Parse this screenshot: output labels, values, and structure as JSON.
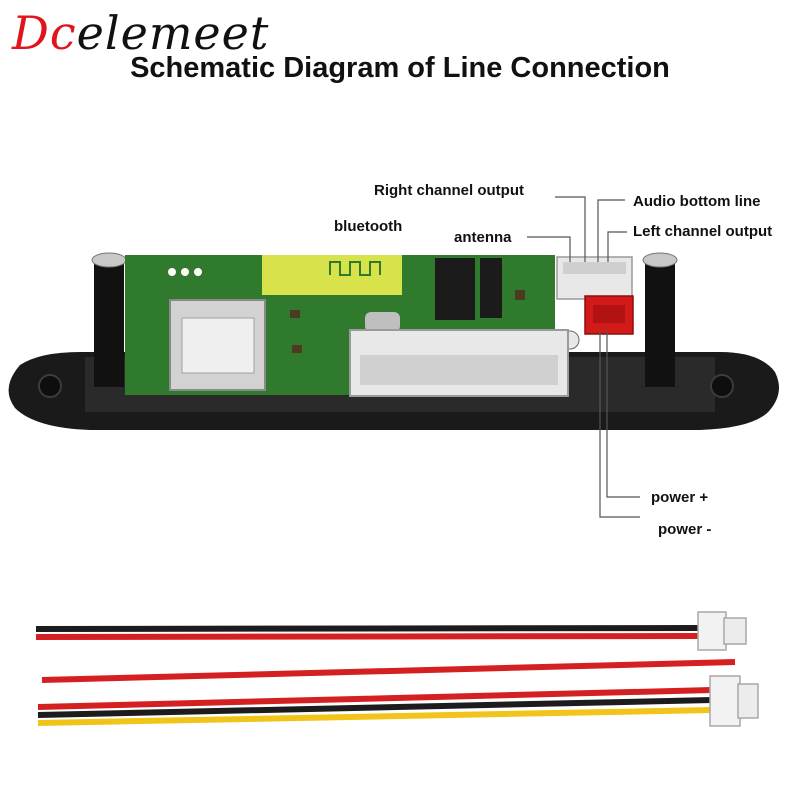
{
  "brand": {
    "initial": "Dc",
    "rest": "elemeet",
    "color": "#e0141e"
  },
  "title": "Schematic Diagram of Line Connection",
  "labels": {
    "right_channel_output": "Right channel output",
    "audio_bottom_line": "Audio bottom line",
    "left_channel_output": "Left channel output",
    "bluetooth": "bluetooth",
    "antenna": "antenna",
    "power_plus": "power +",
    "power_minus": "power -"
  },
  "colors": {
    "pcb": "#2f7a2c",
    "housing": "#1a1a1a",
    "connector_white": "#e8e8e8",
    "connector_red": "#d21a1a",
    "wire_red": "#d42020",
    "wire_black": "#1c1c1c",
    "wire_yellow": "#f0c419"
  }
}
